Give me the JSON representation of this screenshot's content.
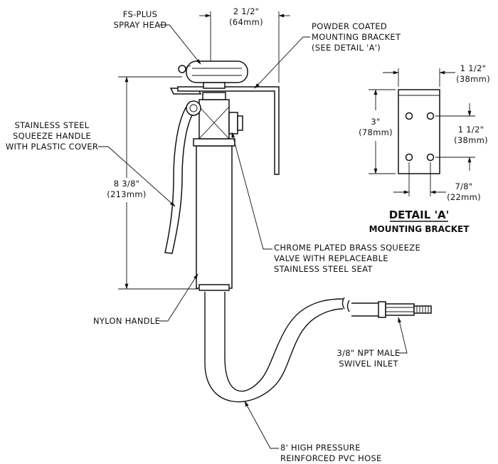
{
  "labels": {
    "spray_head": [
      "FS-PLUS",
      "SPRAY HEAD"
    ],
    "bracket": [
      "POWDER COATED",
      "MOUNTING BRACKET",
      "(SEE DETAIL 'A')"
    ],
    "squeeze_handle": [
      "STAINLESS STEEL",
      "SQUEEZE HANDLE",
      "WITH PLASTIC COVER"
    ],
    "valve": [
      "CHROME PLATED BRASS SQUEEZE",
      "VALVE WITH REPLACEABLE",
      "STAINLESS STEEL SEAT"
    ],
    "nylon_handle": [
      "NYLON HANDLE"
    ],
    "inlet": [
      "3/8\" NPT MALE",
      "SWIVEL INLET"
    ],
    "hose": [
      "8' HIGH PRESSURE",
      "REINFORCED PVC HOSE"
    ]
  },
  "dims": {
    "width_top": [
      "2 1/2\"",
      "(64mm)"
    ],
    "height": [
      "8 3/8\"",
      "(213mm)"
    ],
    "detail_width": [
      "1 1/2\"",
      "(38mm)"
    ],
    "detail_height": [
      "3\"",
      "(78mm)"
    ],
    "detail_hole_spacing": [
      "1 1/2\"",
      "(38mm)"
    ],
    "detail_edge": [
      "7/8\"",
      "(22mm)"
    ]
  },
  "detail": {
    "title": "DETAIL 'A'",
    "subtitle": "MOUNTING BRACKET"
  }
}
